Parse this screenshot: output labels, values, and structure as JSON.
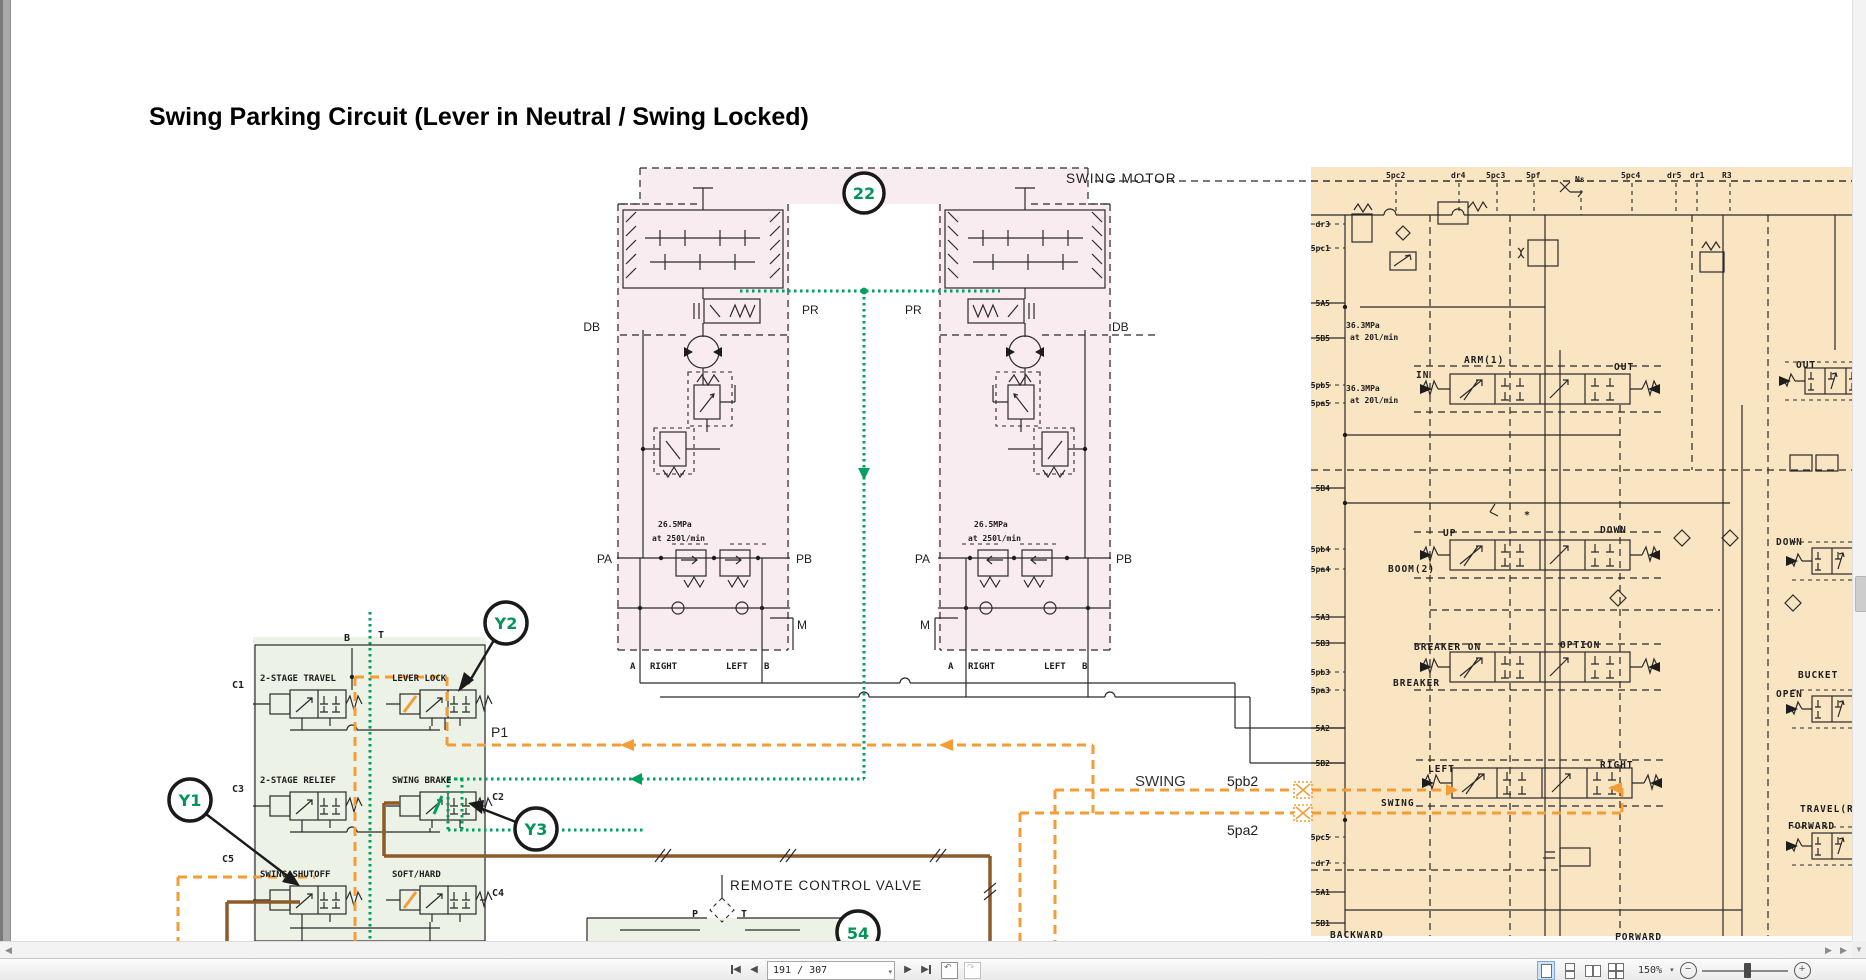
{
  "diagram": {
    "title": "Swing Parking Circuit (Lever in Neutral / Swing Locked)",
    "balloons": {
      "swing_motor_no": "22",
      "remote_valve_no": "54",
      "y1": "Y1",
      "y2": "Y2",
      "y3": "Y3"
    },
    "swing_motor": {
      "label": "SWING MOTOR",
      "pr": "PR",
      "db": "DB",
      "pa": "PA",
      "pb": "PB",
      "m": "M",
      "port_a": "A",
      "port_b": "B",
      "right": "RIGHT",
      "left": "LEFT",
      "relief_spec_1": "26.5MPa",
      "relief_spec_2": "at 250l/min"
    },
    "solenoid_block": {
      "port_b": "B",
      "port_t": "T",
      "port_p1": "P1",
      "c1": "C1",
      "c2": "C2",
      "c3": "C3",
      "c4": "C4",
      "c5": "C5",
      "valves": [
        "2-STAGE TRAVEL",
        "LEVER LOCK",
        "2-STAGE RELIEF",
        "SWING BRAKE",
        "SWING SHUTOFF",
        "SOFT/HARD"
      ]
    },
    "remote_control_valve": {
      "label": "REMOTE CONTROL VALVE",
      "p": "P",
      "t": "T"
    },
    "swing_lines": {
      "swing": "SWING",
      "pb2": "5pb2",
      "pa2": "5pa2"
    },
    "panel": {
      "top_ports": [
        "5pc2",
        "dr4",
        "5pc3",
        "5pf",
        "Ns",
        "5pc4",
        "dr5",
        "dr1",
        "R3"
      ],
      "left_ports": [
        "dr3",
        "5pc1",
        "5A5",
        "5B5",
        "5pb5",
        "5pa5",
        "5B4",
        "5pb4",
        "5pa4",
        "5A3",
        "5B3",
        "5pb3",
        "5pa3",
        "5A2",
        "5B2",
        "5pc5",
        "dr7",
        "5A1",
        "5B1"
      ],
      "relief_spec_1": "36.3MPa",
      "relief_spec_2": "at 20l/min",
      "sections": {
        "arm": "ARM(1)",
        "in": "IN",
        "out": "OUT",
        "boom": "BOOM(2)",
        "up": "UP",
        "down": "DOWN",
        "option": "OPTION",
        "breaker_on": "BREAKER ON",
        "breaker": "BREAKER",
        "swing": "SWING",
        "left": "LEFT",
        "right": "RIGHT",
        "bucket": "BUCKET",
        "open": "OPEN",
        "travel": "TRAVEL(R",
        "forward": "FORWARD",
        "backward": "BACKWARD"
      }
    }
  },
  "toolbar": {
    "page_indicator": "191 / 307",
    "zoom_level": "150%"
  }
}
